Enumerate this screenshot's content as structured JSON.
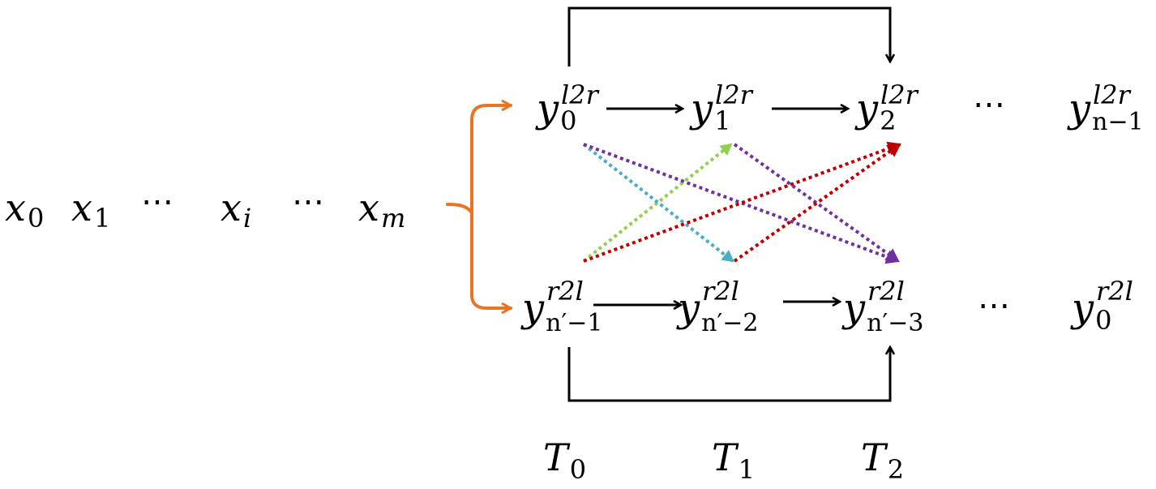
{
  "input_sequence": {
    "tokens": [
      {
        "base": "x",
        "sub": "0"
      },
      {
        "base": "x",
        "sub": "1"
      },
      {
        "base": "⋯",
        "sub": ""
      },
      {
        "base": "x",
        "sub": "i"
      },
      {
        "base": "⋯",
        "sub": ""
      },
      {
        "base": "x",
        "sub": "m"
      }
    ]
  },
  "l2r_row": {
    "nodes": [
      {
        "base": "y",
        "sub": "0",
        "sup": "l2r"
      },
      {
        "base": "y",
        "sub": "1",
        "sup": "l2r"
      },
      {
        "base": "y",
        "sub": "2",
        "sup": "l2r"
      },
      {
        "base": "⋯",
        "sub": "",
        "sup": ""
      },
      {
        "base": "y",
        "sub": "n−1",
        "sup": "l2r"
      }
    ]
  },
  "r2l_row": {
    "nodes": [
      {
        "base": "y",
        "sub": "n′−1",
        "sup": "r2l"
      },
      {
        "base": "y",
        "sub": "n′−2",
        "sup": "r2l"
      },
      {
        "base": "y",
        "sub": "n′−3",
        "sup": "r2l"
      },
      {
        "base": "⋯",
        "sub": "",
        "sup": ""
      },
      {
        "base": "y",
        "sub": "0",
        "sup": "r2l"
      }
    ]
  },
  "timesteps": [
    {
      "base": "T",
      "sub": "0"
    },
    {
      "base": "T",
      "sub": "1"
    },
    {
      "base": "T",
      "sub": "2"
    }
  ],
  "colors": {
    "sequential": "#000000",
    "input_branch": "#e97424",
    "green": "#92d050",
    "cyan": "#4bacc6",
    "purple": "#7030a0",
    "red": "#c00000"
  }
}
